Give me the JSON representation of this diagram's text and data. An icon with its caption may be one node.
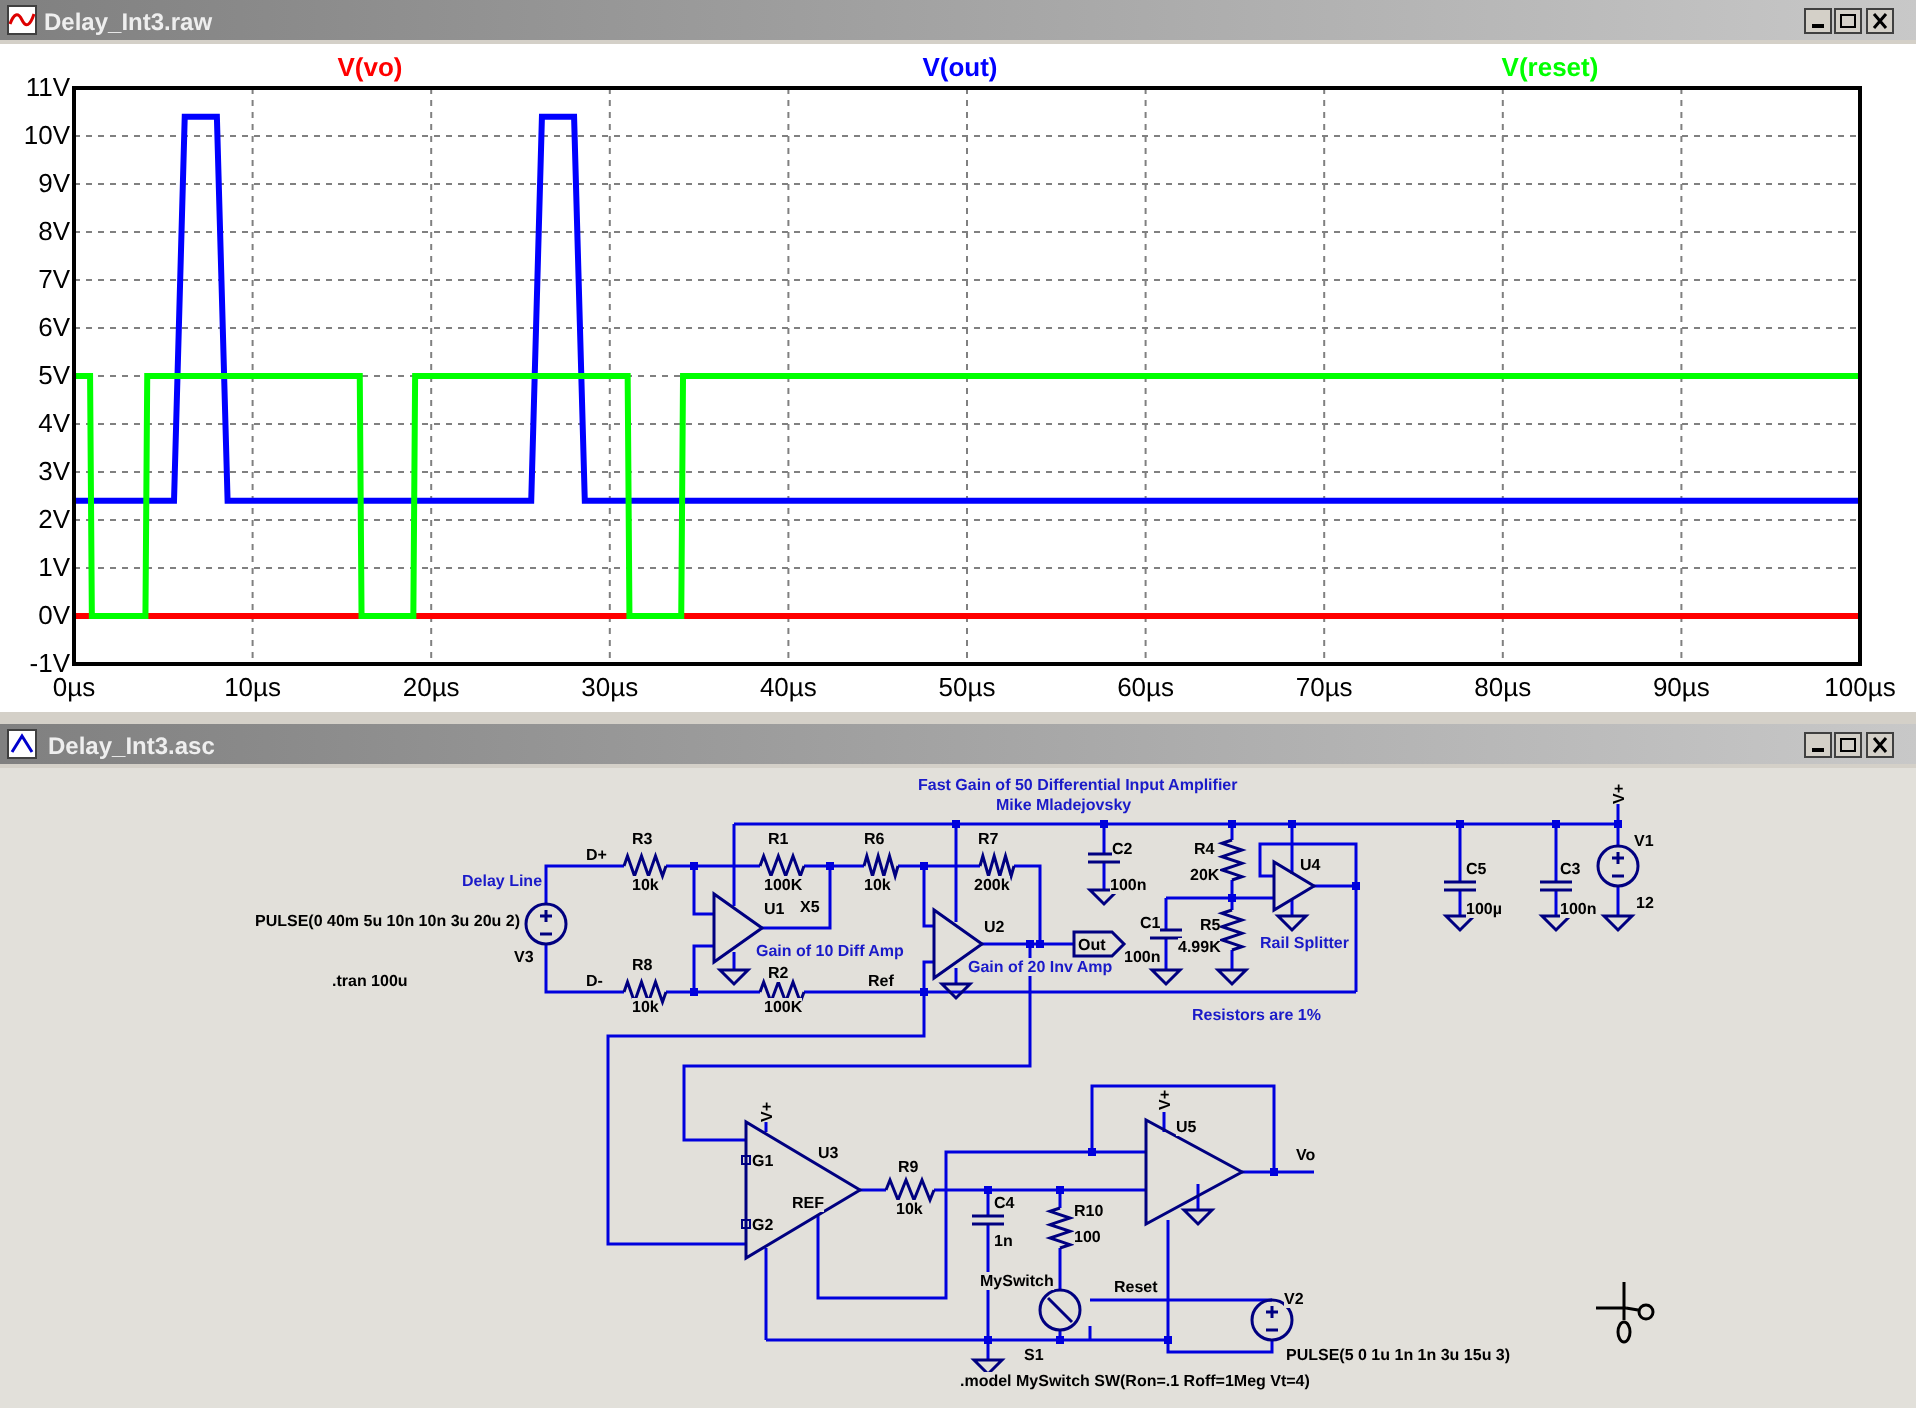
{
  "diagram": {
    "labels": [
      "Delay_Int3.raw",
      "Delay_Int3.asc",
      "Fast Gain of 50 Differential Input Amplifier",
      "Mike Mladejovsky",
      "V+",
      "D+",
      "R3",
      "R1",
      "R6",
      "R7",
      "C2",
      "R4",
      "V1",
      "Delay Line",
      "U1",
      "U4",
      "C5",
      "C3",
      "10k",
      "100K",
      "10k",
      "200k",
      "20K",
      "100n",
      "X5",
      "U2",
      "12",
      "PULSE(0 40m 5u 10n 10n 3u 20u 2)",
      "Out",
      "C1",
      "R5",
      "100µ",
      "100n",
      "V3",
      "Gain of 10 Diff Amp",
      "Rail Splitter",
      "100n",
      "4.99K",
      "Gain of 20 Inv Amp",
      ".tran 100u",
      "R8",
      "R2",
      "D-",
      "Ref",
      "10k",
      "100K",
      "Resistors are 1%",
      "V+",
      "V+",
      "U5",
      "U3",
      "G1",
      "Vo",
      "R9",
      "REF",
      "C4",
      "R10",
      "G2",
      "10k",
      "1n",
      "100",
      "MySwitch",
      "Reset",
      "V2",
      "S1",
      "PULSE(5 0 1u 1n 1n 3u 15u 3)",
      ".model MySwitch SW(Ron=.1 Roff=1Meg Vt=4)"
    ],
    "chart_data": {
      "type": "line",
      "grid": true,
      "x": [
        0,
        0.9,
        1,
        4,
        4.1,
        5.6,
        6.2,
        8,
        8.6,
        16,
        16.1,
        19,
        19.1,
        25.6,
        26.2,
        28,
        28.6,
        31,
        31.1,
        34,
        34.1,
        100
      ],
      "series": [
        {
          "name": "V(vo)",
          "color": "#ff0000",
          "values": [
            0,
            0,
            0,
            0,
            0,
            0,
            0,
            0,
            0,
            0,
            0,
            0,
            0,
            0,
            0,
            0,
            0,
            0,
            0,
            0,
            0,
            0
          ]
        },
        {
          "name": "V(out)",
          "color": "#0000ff",
          "values": [
            2.4,
            2.4,
            2.4,
            2.4,
            2.4,
            2.4,
            10.4,
            10.4,
            2.4,
            2.4,
            2.4,
            2.4,
            2.4,
            2.4,
            10.4,
            10.4,
            2.4,
            2.4,
            2.4,
            2.4,
            2.4,
            2.4
          ]
        },
        {
          "name": "V(reset)",
          "color": "#00ff00",
          "values": [
            5,
            5,
            0,
            0,
            5,
            5,
            5,
            5,
            5,
            5,
            0,
            0,
            5,
            5,
            5,
            5,
            5,
            5,
            0,
            0,
            5,
            5
          ]
        }
      ],
      "xlim": [
        0,
        100
      ],
      "ylim": [
        -1,
        11
      ],
      "xticks": [
        {
          "value": 0,
          "label": "0µs"
        },
        {
          "value": 10,
          "label": "10µs"
        },
        {
          "value": 20,
          "label": "20µs"
        },
        {
          "value": 30,
          "label": "30µs"
        },
        {
          "value": 40,
          "label": "40µs"
        },
        {
          "value": 50,
          "label": "50µs"
        },
        {
          "value": 60,
          "label": "60µs"
        },
        {
          "value": 70,
          "label": "70µs"
        },
        {
          "value": 80,
          "label": "80µs"
        },
        {
          "value": 90,
          "label": "90µs"
        },
        {
          "value": 100,
          "label": "100µs"
        }
      ],
      "yticks": [
        {
          "value": 11,
          "label": "11V"
        },
        {
          "value": 10,
          "label": "10V"
        },
        {
          "value": 9,
          "label": "9V"
        },
        {
          "value": 8,
          "label": "8V"
        },
        {
          "value": 7,
          "label": "7V"
        },
        {
          "value": 6,
          "label": "6V"
        },
        {
          "value": 5,
          "label": "5V"
        },
        {
          "value": 4,
          "label": "4V"
        },
        {
          "value": 3,
          "label": "3V"
        },
        {
          "value": 2,
          "label": "2V"
        },
        {
          "value": 1,
          "label": "1V"
        },
        {
          "value": 0,
          "label": "0V"
        },
        {
          "value": -1,
          "label": "-1V"
        }
      ]
    }
  }
}
